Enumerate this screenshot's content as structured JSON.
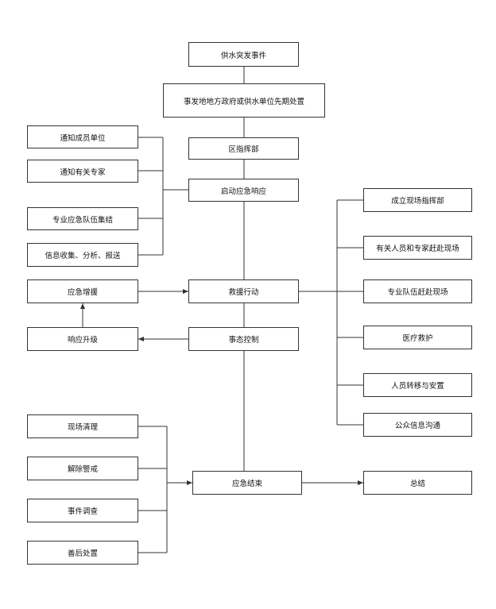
{
  "nodes": {
    "event": "供水突发事件",
    "initial": "事发地地方政府或供水单位先期处置",
    "district_hq": "区指挥部",
    "start_response": "启动应急响应",
    "rescue": "救援行动",
    "control": "事态控制",
    "end": "应急结束",
    "notify_members": "通知成员单位",
    "notify_experts": "通知有关专家",
    "team_gather": "专业应急队伍集结",
    "info": "信息收集、分析、报送",
    "reinforce": "应急增援",
    "upgrade": "响应升级",
    "site_hq": "成立现场指挥部",
    "experts_site": "有关人员和专家赶赴现场",
    "team_site": "专业队伍赶赴现场",
    "medical": "医疗救护",
    "evacuate": "人员转移与安置",
    "public_info": "公众信息沟通",
    "cleanup": "现场清理",
    "lift_alert": "解除警戒",
    "investigation": "事件调查",
    "aftermath": "善后处置",
    "summary": "总结"
  }
}
